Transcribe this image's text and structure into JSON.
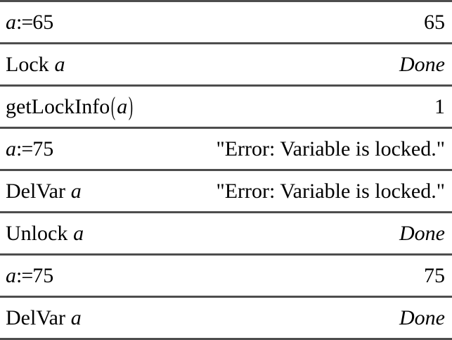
{
  "app": {
    "kind": "calculator-history-table",
    "rule_color": "#4d4d4d",
    "background_color": "#ffffff",
    "text_color": "#000000"
  },
  "rows": [
    {
      "input_parts": {
        "variable": "a",
        "assign": ":=",
        "value": "65"
      },
      "input_text": "a:=65",
      "output": "65",
      "output_style": "plain"
    },
    {
      "input_parts": {
        "command": "Lock",
        "variable": "a"
      },
      "input_text": "Lock a",
      "output": "Done",
      "output_style": "italic"
    },
    {
      "input_parts": {
        "function": "getLockInfo",
        "open_paren": "(",
        "variable": "a",
        "close_paren": ")"
      },
      "input_text": "getLockInfo(a)",
      "output": "1",
      "output_style": "plain"
    },
    {
      "input_parts": {
        "variable": "a",
        "assign": ":=",
        "value": "75"
      },
      "input_text": "a:=75",
      "output": "\"Error: Variable is locked.\"",
      "output_style": "string"
    },
    {
      "input_parts": {
        "command": "DelVar",
        "variable": "a"
      },
      "input_text": "DelVar a",
      "output": "\"Error: Variable is locked.\"",
      "output_style": "string"
    },
    {
      "input_parts": {
        "command": "Unlock",
        "variable": "a"
      },
      "input_text": "Unlock a",
      "output": "Done",
      "output_style": "italic"
    },
    {
      "input_parts": {
        "variable": "a",
        "assign": ":=",
        "value": "75"
      },
      "input_text": "a:=75",
      "output": "75",
      "output_style": "plain"
    },
    {
      "input_parts": {
        "command": "DelVar",
        "variable": "a"
      },
      "input_text": "DelVar a",
      "output": "Done",
      "output_style": "italic"
    }
  ]
}
